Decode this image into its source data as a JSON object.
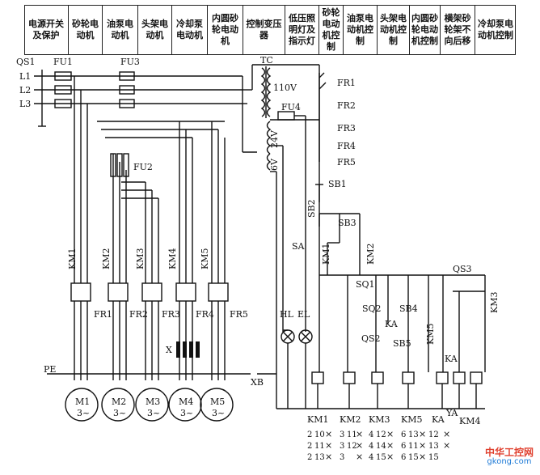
{
  "header": {
    "cells": [
      "电源开关及保护",
      "砂轮电动机",
      "油泵电动机",
      "头架电动机",
      "冷却泵电动机",
      "内圆砂轮电动机",
      "控制变压器",
      "低压照明灯及指示灯",
      "砂轮电动机控制",
      "油泵电动机控制",
      "头架电动机控制",
      "内圆砂轮电动机控制",
      "横架砂轮架不向后移",
      "冷却泵电动机控制"
    ]
  },
  "labels": {
    "qs1": "QS1",
    "fu1": "FU1",
    "fu3": "FU3",
    "fu2": "FU2",
    "fu4": "FU4",
    "l1": "L1",
    "l2": "L2",
    "l3": "L3",
    "tc": "TC",
    "v110": "110V",
    "v24": "24V",
    "v6": "6V",
    "fr1": "FR1",
    "fr2": "FR2",
    "fr3": "FR3",
    "fr4": "FR4",
    "fr5": "FR5",
    "km1": "KM1",
    "km2": "KM2",
    "km3": "KM3",
    "km4": "KM4",
    "km5": "KM5",
    "sb1": "SB1",
    "sb2": "SB2",
    "sb3": "SB3",
    "sb4": "SB4",
    "sb5": "SB5",
    "sq1": "SQ1",
    "sq2": "SQ2",
    "qs2": "QS2",
    "qs3": "QS3",
    "sa": "SA",
    "hl": "HL",
    "el": "EL",
    "ka": "KA",
    "ya": "YA",
    "pe": "PE",
    "xb": "XB",
    "x": "X",
    "m1": "M1",
    "m2": "M2",
    "m3": "M3",
    "m4": "M4",
    "m5": "M5",
    "motor_phase": "3~",
    "coil_km1": "KM1",
    "coil_km2": "KM2",
    "coil_km3": "KM3",
    "coil_km5": "KM5",
    "coil_ka": "KA",
    "coil_ya": "YA",
    "coil_km4": "KM4"
  },
  "contact_refs": {
    "km1": [
      "2",
      "2",
      "2"
    ],
    "km2": [
      "3",
      "3",
      "3"
    ],
    "km3": [
      "4",
      "4",
      "4"
    ],
    "km5": [
      "6",
      "6",
      "6"
    ],
    "ka": [
      "12",
      "13",
      "15"
    ],
    "km1_nums": [
      "10",
      "11",
      "13"
    ],
    "km2_nums": [
      "11",
      "12",
      ""
    ],
    "km3_nums": [
      "12",
      "14",
      "15"
    ],
    "km5_nums": [
      "13",
      "11",
      "15"
    ]
  },
  "watermark": {
    "line1": "中华工控网",
    "line2": "gkong.com"
  }
}
